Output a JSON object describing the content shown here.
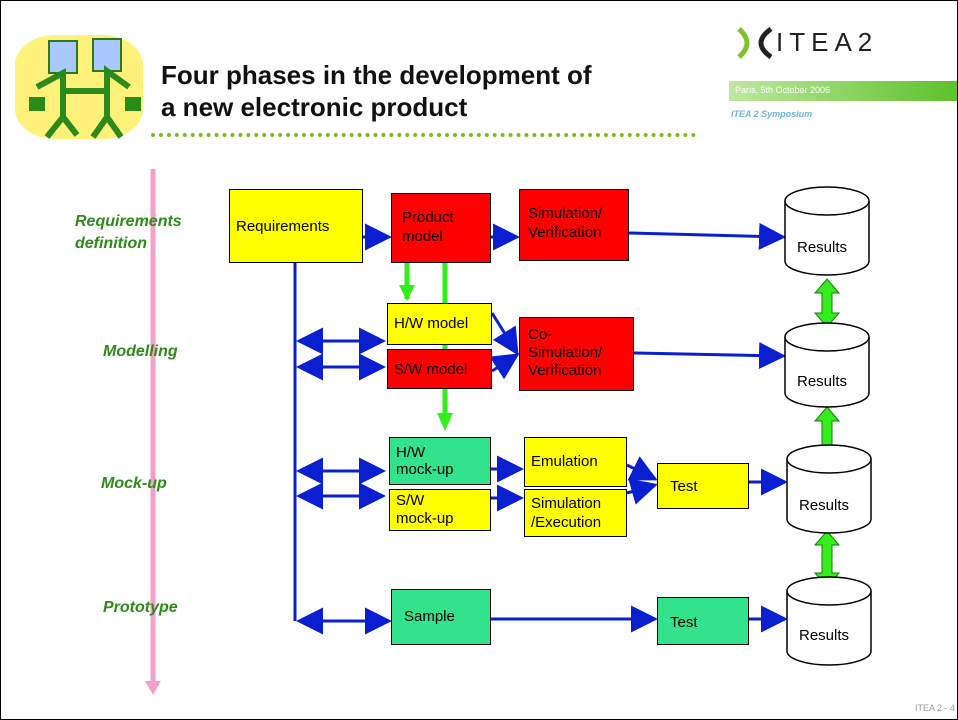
{
  "title": {
    "line1": "Four phases in the development of",
    "line2": "a new electronic product"
  },
  "brand": {
    "logo_text": "ITEA2",
    "place_date": "Paris, 5th October 2006",
    "symposium": "ITEA 2 Symposium"
  },
  "phases": {
    "requirements_line1": "Requirements",
    "requirements_line2": "definition",
    "modelling": "Modelling",
    "mockup": "Mock-up",
    "prototype": "Prototype"
  },
  "boxes": {
    "requirements": "Requirements",
    "product_model_line1": "Product",
    "product_model_line2": "model",
    "sim_verif_line1": "Simulation/",
    "sim_verif_line2": "Verification",
    "hw_model": "H/W model",
    "sw_model": "S/W model",
    "cosim_line1": "Co-",
    "cosim_line2": "Simulation/",
    "cosim_line3": "Verification",
    "hw_mockup_line1": "H/W",
    "hw_mockup_line2": "mock-up",
    "sw_mockup_line1": "S/W",
    "sw_mockup_line2": "mock-up",
    "emulation": "Emulation",
    "sim_exec_line1": "Simulation",
    "sim_exec_line2": "/Execution",
    "test": "Test",
    "sample": "Sample",
    "results": "Results"
  },
  "footer": "ITEA 2  -  4",
  "colors": {
    "yellow": "#ffff00",
    "red": "#ff0000",
    "green_box": "#33e28c",
    "arrow_blue": "#0a1fd0",
    "arrow_green": "#33ee1a",
    "timeline_pink": "#f4a0c8",
    "phase_label": "#2e8b1a"
  }
}
